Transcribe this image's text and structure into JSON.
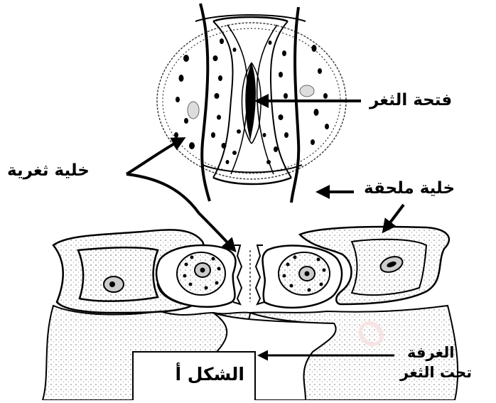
{
  "labels": {
    "stoma_opening": "فتحة الثغر",
    "guard_cell": "خلية ثغرية",
    "subsidiary_cell": "خلية ملحقة",
    "substomatal_chamber_line1": "الغرفة",
    "substomatal_chamber_line2": "تحت الثغر"
  },
  "figure_label": "الشكل أ",
  "colors": {
    "ink": "#000000",
    "stipple": "#8a8a8a",
    "background": "#ffffff"
  }
}
